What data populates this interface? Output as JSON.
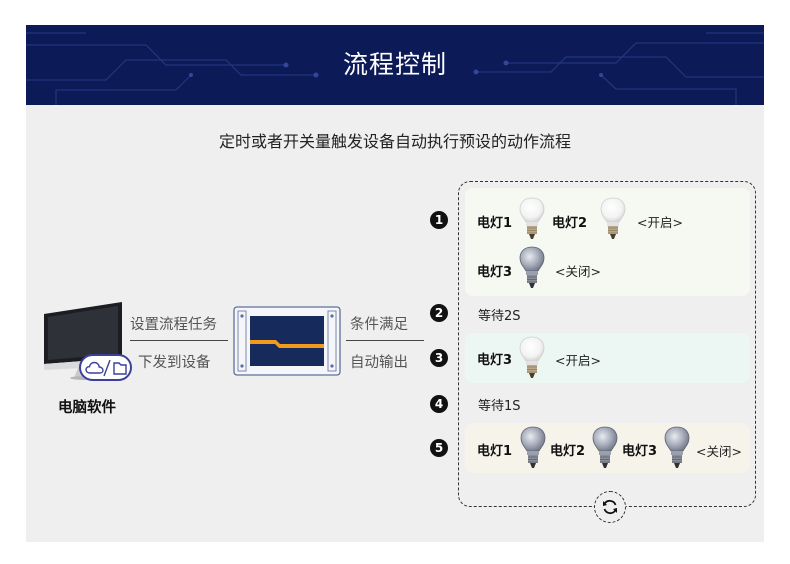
{
  "banner": {
    "title": "流程控制"
  },
  "subtitle": "定时或者开关量触发设备自动执行预设的动作流程",
  "left": {
    "software_label": "电脑软件",
    "arrow_top_label": "设置流程任务",
    "arrow_bottom_label": "下发到设备",
    "cloud_icon": "cloud-icon",
    "file_icon": "file-icon"
  },
  "right_arrow": {
    "top_label": "条件满足",
    "bottom_label": "自动输出"
  },
  "steps": [
    {
      "num": "1",
      "lamps": [
        "电灯1",
        "电灯2"
      ],
      "state": "<开启>",
      "lamp3": "电灯3",
      "state2": "<关闭>"
    },
    {
      "num": "2",
      "wait": "等待2S"
    },
    {
      "num": "3",
      "lamps": [
        "电灯3"
      ],
      "state": "<开启>"
    },
    {
      "num": "4",
      "wait": "等待1S"
    },
    {
      "num": "5",
      "lamps": [
        "电灯1",
        "电灯2",
        "电灯3"
      ],
      "state": "<关闭>"
    }
  ],
  "loop_icon": "loop-icon",
  "colors": {
    "banner_bg": "#0c1a57",
    "panel_bg": "#efefef",
    "card1_bg": "#f5f9f1",
    "card3_bg": "#ecf6f2",
    "card5_bg": "#f5f3ea",
    "device_orange": "#f29a1e"
  }
}
